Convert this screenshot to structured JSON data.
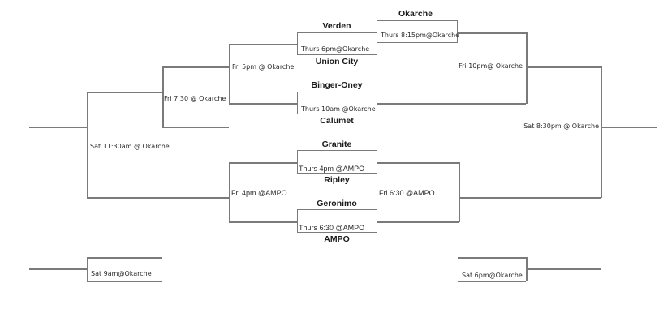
{
  "bracket": {
    "teams": {
      "verden": "Verden",
      "union_city": "Union City",
      "okarche": "Okarche",
      "binger_oney": "Binger-Oney",
      "calumet": "Calumet",
      "granite": "Granite",
      "ripley": "Ripley",
      "geronimo": "Geronimo",
      "ampo": "AMPO"
    },
    "games": {
      "verden_union_city": "Thurs 6pm@Okarche",
      "okarche_play": "Thurs 8:15pm@Okarche",
      "binger_calumet": "Thurs 10am @Okarche",
      "granite_ripley": "Thurs 4pm @AMPO",
      "geronimo_ampo": "Thurs 6:30 @AMPO",
      "fri_5pm": "Fri 5pm @ Okarche",
      "fri_730": "Fri 7:30 @ Okarche",
      "fri_10pm": "Fri 10pm@ Okarche",
      "fri_4pm": "Fri 4pm @AMPO",
      "fri_630": "Fri  6:30 @AMPO",
      "sat_1130am": "Sat 11:30am @ Okarche",
      "sat_830pm": "Sat 8:30pm @ Okarche",
      "sat_9am": "Sat 9am@Okarche",
      "sat_6pm": "Sat 6pm@Okarche"
    }
  }
}
